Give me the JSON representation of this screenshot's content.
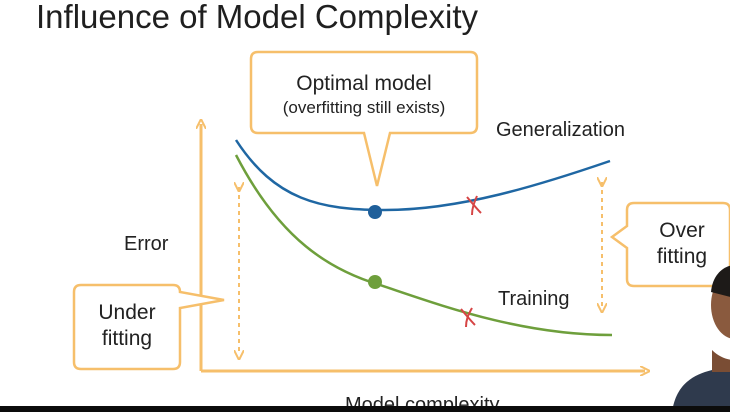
{
  "slide": {
    "title": "Influence of Model Complexity"
  },
  "axes": {
    "y_label": "Error",
    "x_label": "Model complexity"
  },
  "curves": {
    "generalization": {
      "label": "Generalization",
      "color": "#1f67a3"
    },
    "training": {
      "label": "Training",
      "color": "#6e9f3c"
    }
  },
  "callouts": {
    "optimal": {
      "line1": "Optimal model",
      "line2": "(overfitting still exists)"
    },
    "underfitting": {
      "line1": "Under",
      "line2": "fitting"
    },
    "overfitting": {
      "line1": "Over",
      "line2": "fitting"
    }
  },
  "colors": {
    "accent": "#f6bf6b",
    "marker_x": "#d64545",
    "text": "#222222"
  }
}
